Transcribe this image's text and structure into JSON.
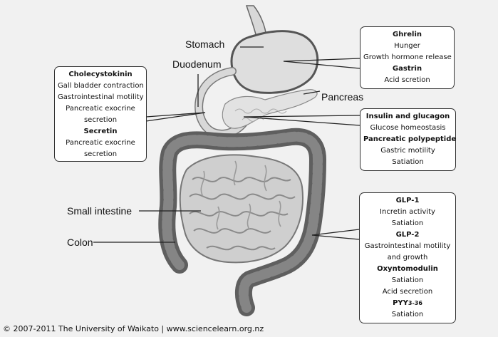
{
  "labels": {
    "stomach": "Stomach",
    "duodenum": "Duodenum",
    "pancreas": "Pancreas",
    "small_intestine": "Small intestine",
    "colon": "Colon"
  },
  "boxes": {
    "stomach_box": {
      "line1": "Ghrelin",
      "line2": "Hunger",
      "line3": "Growth hormone release",
      "line4": "Gastrin",
      "line5": "Acid scretion"
    },
    "duodenum_box": {
      "line1": "Cholecystokinin",
      "line2": "Gall bladder contraction",
      "line3": "Gastrointestinal motility",
      "line4": "Pancreatic exocrine",
      "line5": "secretion",
      "line6": "Secretin",
      "line7": "Pancreatic exocrine",
      "line8": "secretion"
    },
    "pancreas_box": {
      "line1": "Insulin and glucagon",
      "line2": "Glucose homeostasis",
      "line3": "Pancreatic polypeptide",
      "line4": "Gastric motility",
      "line5": "Satiation"
    },
    "colon_box": {
      "line1": "GLP-1",
      "line2": "Incretin activity",
      "line3": "Satiation",
      "line4": "GLP-2",
      "line5": "Gastrointestinal motility",
      "line6": "and growth",
      "line7": "Oxyntomodulin",
      "line8": "Satiation",
      "line9": "Acid secretion",
      "line10": "PYY",
      "line10_sub": "3-36",
      "line11": "Satiation"
    }
  },
  "copyright": "© 2007-2011 The University of Waikato | www.sciencelearn.org.nz",
  "colors": {
    "background": "#f1f1f1",
    "organ_light": "#d6d6d6",
    "organ_dark": "#6e6e6e",
    "outline": "#555555"
  }
}
